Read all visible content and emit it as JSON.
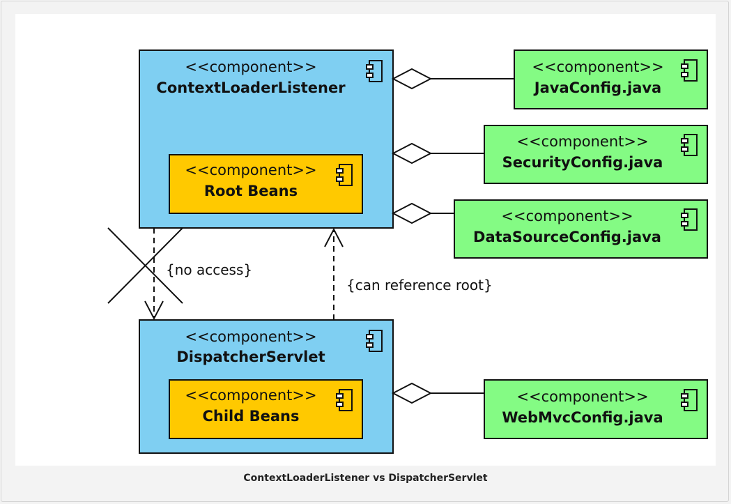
{
  "caption": "ContextLoaderListener vs DispatcherServlet",
  "colors": {
    "container_fill": "#7fcff2",
    "beans_fill": "#ffc900",
    "config_fill": "#84fb84",
    "stroke": "#111111"
  },
  "stereotype": "<<component>>",
  "components": {
    "context_loader_listener": {
      "stereotype": "<<component>>",
      "name": "ContextLoaderListener"
    },
    "root_beans": {
      "stereotype": "<<component>>",
      "name": "Root Beans"
    },
    "dispatcher_servlet": {
      "stereotype": "<<component>>",
      "name": "DispatcherServlet"
    },
    "child_beans": {
      "stereotype": "<<component>>",
      "name": "Child Beans"
    },
    "java_config": {
      "stereotype": "<<component>>",
      "name": "JavaConfig.java"
    },
    "security_config": {
      "stereotype": "<<component>>",
      "name": "SecurityConfig.java"
    },
    "datasource_config": {
      "stereotype": "<<component>>",
      "name": "DataSourceConfig.java"
    },
    "webmvc_config": {
      "stereotype": "<<component>>",
      "name": "WebMvcConfig.java"
    }
  },
  "notes": {
    "no_access": "{no access}",
    "can_reference_root": "{can reference root}"
  }
}
